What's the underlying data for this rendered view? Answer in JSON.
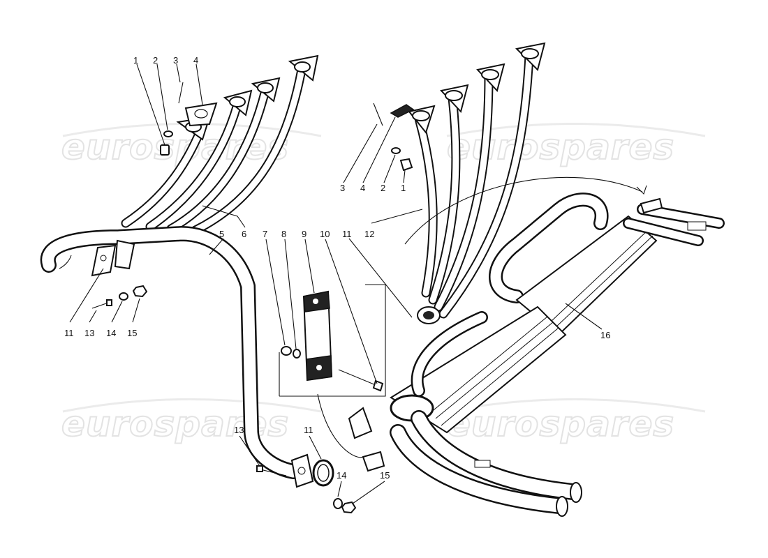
{
  "watermark": "eurospares",
  "part_labels": [
    {
      "id": "L1a",
      "text": "1"
    },
    {
      "id": "L2a",
      "text": "2"
    },
    {
      "id": "L3a",
      "text": "3"
    },
    {
      "id": "L4a",
      "text": "4"
    },
    {
      "id": "L3b",
      "text": "3"
    },
    {
      "id": "L4b",
      "text": "4"
    },
    {
      "id": "L2b",
      "text": "2"
    },
    {
      "id": "L1b",
      "text": "1"
    },
    {
      "id": "L5",
      "text": "5"
    },
    {
      "id": "L6",
      "text": "6"
    },
    {
      "id": "L7",
      "text": "7"
    },
    {
      "id": "L8",
      "text": "8"
    },
    {
      "id": "L9",
      "text": "9"
    },
    {
      "id": "L10",
      "text": "10"
    },
    {
      "id": "L11a",
      "text": "11"
    },
    {
      "id": "L12",
      "text": "12"
    },
    {
      "id": "L11b",
      "text": "11"
    },
    {
      "id": "L13a",
      "text": "13"
    },
    {
      "id": "L14a",
      "text": "14"
    },
    {
      "id": "L15a",
      "text": "15"
    },
    {
      "id": "L16",
      "text": "16"
    },
    {
      "id": "L13b",
      "text": "13"
    },
    {
      "id": "L11c",
      "text": "11"
    },
    {
      "id": "L14b",
      "text": "14"
    },
    {
      "id": "L15b",
      "text": "15"
    }
  ]
}
